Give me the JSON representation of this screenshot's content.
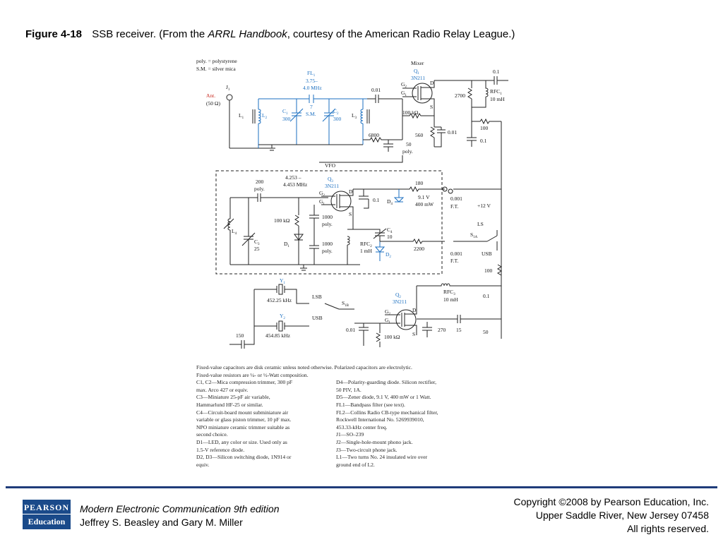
{
  "header": {
    "figure_label": "Figure 4-18",
    "caption_pre": "SSB receiver. (From the ",
    "caption_italic": "ARRL Handbook",
    "caption_post": ", courtesy of the American Radio Relay League.)"
  },
  "diagram": {
    "legend": [
      "poly. = polystyrene",
      "S.M. = silver mica"
    ],
    "labels": {
      "fl1": "FL",
      "fl1_sub": "1",
      "fl1_freq": [
        "3.75–",
        "4.0 MHz"
      ],
      "ant": "Ant.",
      "ant_z": "(50 Ω)",
      "j1": "J",
      "j1_sub": "1",
      "l1": "L",
      "l1_sub": "1",
      "l2": "L",
      "l2_sub": "2",
      "l3": "L",
      "l3_sub": "3",
      "c1": "C",
      "c1_sub": "1",
      "c1_val": "300",
      "c7": "7",
      "sm": "S.M.",
      "c2": "C",
      "c2_sub": "2",
      "c2_val": "300",
      "c001a": "0.01",
      "c6800": "6800",
      "c50": "50",
      "poly": "poly.",
      "mixer": "Mixer",
      "q1": "Q",
      "q1_sub": "1",
      "q1_part": "3N211",
      "g2": "G",
      "g2_sub": "2",
      "g1": "G",
      "g1_sub": "1",
      "d": "D",
      "s": "S",
      "r100k": "100 kΩ",
      "r560": "560",
      "c001b": "0.01",
      "c01a": "0.1",
      "r2700": "2700",
      "rfc1": "RFC",
      "rfc1_sub": "1",
      "rfc1_val": "10 mH",
      "r100a": "100",
      "c01b": "0.1",
      "vfo": "VFO",
      "vfo_freq": [
        "4.253 –",
        "4.453 MHz"
      ],
      "c200": "200",
      "q3": "Q",
      "q3_sub": "3",
      "q3_part": "3N211",
      "r180": "180",
      "c01c": "0.1",
      "d4": "D",
      "d4_sub": "4",
      "zener": "9.1 V",
      "zener_w": "400 mW",
      "c0001a": "0.001",
      "ft": "F.T.",
      "plus12": "+12 V",
      "r100k2": "100 kΩ",
      "c1000a": "1000",
      "l4": "L",
      "l4_sub": "4",
      "c3": "C",
      "c3_sub": "3",
      "c3_val": "25",
      "d1": "D",
      "d1_sub": "1",
      "c1000b": "1000",
      "rfc2": "RFC",
      "rfc2_sub": "2",
      "rfc2_val": "1 mH",
      "c4": "C",
      "c4_sub": "4",
      "c4_val": "10",
      "d2": "D",
      "d2_sub": "2",
      "r2200": "2200",
      "c0001b": "0.001",
      "ls": "LS",
      "s1a": "S",
      "s1a_sub": "1A",
      "usb": "USB",
      "r100b": "100",
      "y1": "Y",
      "y1_sub": "1",
      "y1_freq": "452.25 kHz",
      "lsb": "LSB",
      "s1b": "S",
      "s1b_sub": "1B",
      "y2": "Y",
      "y2_sub": "2",
      "y2_freq": "454.85 kHz",
      "usb2": "USB",
      "q2": "Q",
      "q2_sub": "2",
      "q2_part": "3N211",
      "rfc3": "RFC",
      "rfc3_sub": "3",
      "rfc3_val": "10 mH",
      "c01d": "0.1",
      "c001c": "0.01",
      "r100k3": "100 kΩ",
      "c270": "270",
      "c15": "15",
      "c50b": "50",
      "c150": "150"
    }
  },
  "notes": {
    "general": [
      "Fixed-value capacitors are disk ceramic unless noted otherwise. Polarized capacitors are electrolytic.",
      "Fixed-value resistors are ¼- or ½-Watt composition."
    ],
    "left": [
      "C1, C2—Mica compression trimmer, 300 pF\n   max. Arco 427 or equiv.",
      "C3—Miniature 25-pF air variable,\n   Hammarlund HF-25 or similar.",
      "C4—Circuit-board mount subminiature air\n   variable or glass piston trimmer, 10 pF max.\n   NPO miniature ceramic trimmer suitable as\n   second choice.",
      "D1—LED, any color or size. Used only as\n   1.5-V reference diode.",
      "D2, D3—Silicon switching diode, 1N914 or\n   equiv."
    ],
    "right": [
      "D4—Polarity-guarding diode. Silicon rectifier,\n   50 PIV, 1A.",
      "D5—Zener diode, 9.1 V, 400 mW or 1 Watt.",
      "FL1—Bandpass filter (see text).",
      "FL2—Collins Radio CB-type mechanical filter,\n   Rockwell International No. 5269939010,\n   453.33-kHz center freq.",
      "J1—SO–239",
      "J2—Single-hole-mount phono jack.",
      "J3—Two-circuit phone jack.",
      "L1—Two turns No. 24 insulated wire over\n   ground end of L2."
    ]
  },
  "footer": {
    "logo_top": "PEARSON",
    "logo_bottom": "Education",
    "book_title": "Modern Electronic Communication 9th edition",
    "authors": "Jeffrey S. Beasley and Gary M. Miller",
    "copyright_lines": [
      "Copyright ©2008 by Pearson Education, Inc.",
      "Upper Saddle River, New Jersey 07458",
      "All rights reserved."
    ]
  },
  "colors": {
    "accent_blue": "#1b6fc0",
    "ant_red": "#c8281e",
    "footer_rule": "#1f3c7a",
    "logo_bg": "#1a4a8a"
  }
}
